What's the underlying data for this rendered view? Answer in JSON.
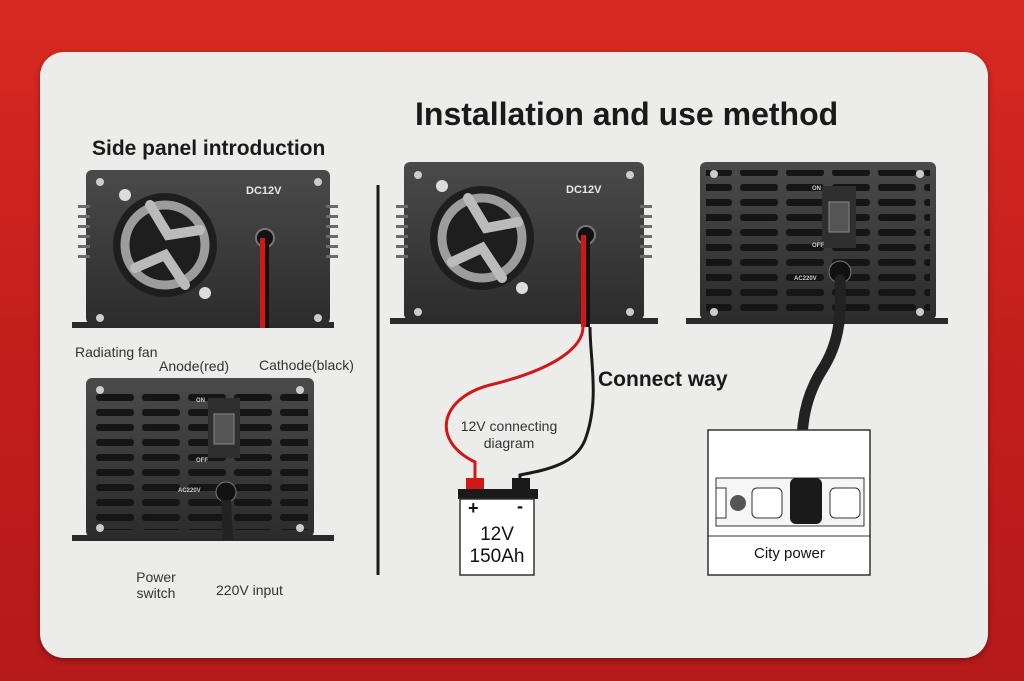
{
  "titles": {
    "main": "Installation and use method",
    "side_panel": "Side panel introduction",
    "connect_way": "Connect way"
  },
  "side_panel_labels": {
    "radiating_fan": "Radiating fan",
    "anode": "Anode(red)",
    "cathode": "Cathode(black)",
    "power_switch_line1": "Power",
    "power_switch_line2": "switch",
    "input": "220V input"
  },
  "panel_markings": {
    "dc": "DC12V",
    "ac": "AC220V",
    "on": "ON",
    "off": "OFF"
  },
  "diagram": {
    "connecting_line1": "12V connecting",
    "connecting_line2": "diagram",
    "battery_voltage": "12V",
    "battery_capacity": "150Ah",
    "plus": "+",
    "minus": "-",
    "city_power": "City power"
  },
  "colors": {
    "background_red": "#c8201f",
    "card": "#ececeb",
    "device_body": "#3a3a3a",
    "red_wire": "#d01818",
    "black_wire": "#1a1a1a"
  }
}
